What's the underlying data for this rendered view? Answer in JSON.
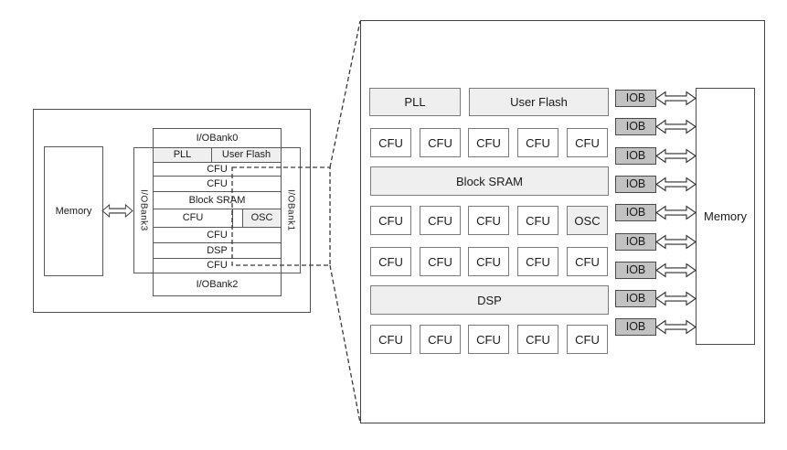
{
  "colors": {
    "background": "#ffffff",
    "block_fill": "#efefef",
    "iob_fill": "#c2c2c2",
    "box_border": "#595959",
    "frame_border": "#434343",
    "dash_color": "#3a3a3a",
    "text_color": "#1a1a1a"
  },
  "left_diagram": {
    "memory_label": "Memory",
    "io_banks": {
      "top": "I/OBank0",
      "right": "I/OBank1",
      "bottom": "I/OBank2",
      "left": "I/OBank3"
    },
    "rows": [
      {
        "cells": [
          "PLL",
          "User Flash"
        ]
      },
      {
        "cells": [
          "CFU"
        ]
      },
      {
        "cells": [
          "CFU"
        ]
      },
      {
        "cells": [
          "Block SRAM"
        ]
      },
      {
        "cells": [
          "CFU",
          "OSC"
        ]
      },
      {
        "cells": [
          "CFU"
        ]
      },
      {
        "cells": [
          "DSP"
        ]
      },
      {
        "cells": [
          "CFU"
        ]
      }
    ]
  },
  "right_diagram": {
    "rows": [
      {
        "items": [
          "PLL",
          "User Flash"
        ]
      },
      {
        "items": [
          "CFU",
          "CFU",
          "CFU",
          "CFU",
          "CFU"
        ]
      },
      {
        "items": [
          "Block SRAM"
        ]
      },
      {
        "items": [
          "CFU",
          "CFU",
          "CFU",
          "CFU",
          "OSC"
        ]
      },
      {
        "items": [
          "CFU",
          "CFU",
          "CFU",
          "CFU",
          "CFU"
        ]
      },
      {
        "items": [
          "DSP"
        ]
      },
      {
        "items": [
          "CFU",
          "CFU",
          "CFU",
          "CFU",
          "CFU"
        ]
      }
    ],
    "iob_items": [
      "IOB",
      "IOB",
      "IOB",
      "IOB",
      "IOB",
      "IOB",
      "IOB",
      "IOB",
      "IOB"
    ],
    "memory_label": "Memory"
  }
}
